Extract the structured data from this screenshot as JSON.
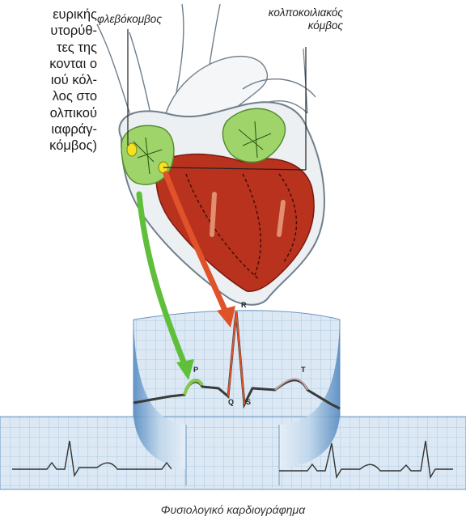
{
  "text_lines": [
    "ευρικής",
    "υτορύθ-",
    "τες της",
    "κονται ο",
    "ιού κόλ-",
    "λος στο",
    "ολπικού",
    "ιαφράγ-",
    "κόμβος)"
  ],
  "labels": {
    "sinoatrial_node": "φλεβόκομβος",
    "av_node_line1": "κολποκοιλιακός",
    "av_node_line2": "κόμβος"
  },
  "ecg_wave_labels": {
    "p": "P",
    "q": "Q",
    "r": "R",
    "s": "S",
    "t": "T"
  },
  "caption": "Φυσιολογικό καρδιογράφημα",
  "colors": {
    "heart_muscle": "#b8321e",
    "atria_green": "#9fd46a",
    "node_yellow": "#f2e224",
    "arrow_green": "#5fbf3a",
    "arrow_red": "#e0522a",
    "ecg_paper": "#d9e7f2",
    "ecg_grid": "#8fb6d6"
  }
}
